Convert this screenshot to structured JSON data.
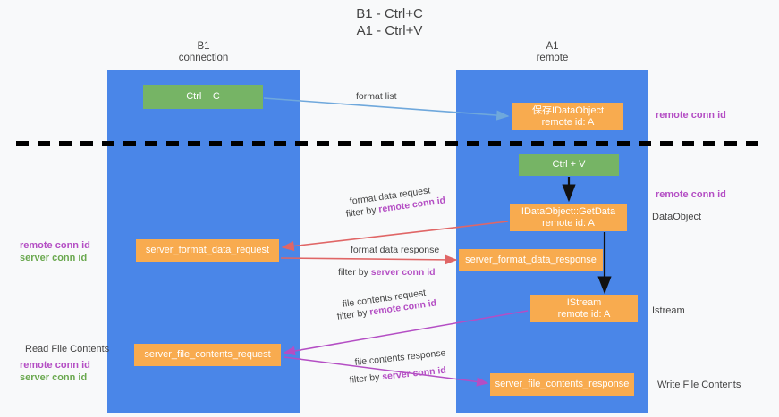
{
  "title": {
    "line1": "B1 - Ctrl+C",
    "line2": "A1 - Ctrl+V"
  },
  "lanes": [
    {
      "name": "B1",
      "role": "connection"
    },
    {
      "name": "A1",
      "role": "remote"
    }
  ],
  "nodes": {
    "ctrl_c": {
      "label": "Ctrl + C",
      "sub": ""
    },
    "idataobject": {
      "label": "保存IDataObject",
      "sub": "remote id: A"
    },
    "ctrl_v": {
      "label": "Ctrl + V",
      "sub": ""
    },
    "getdata": {
      "label": "IDataObject::GetData",
      "sub": "remote id: A"
    },
    "sfd_request": {
      "label": "server_format_data_request",
      "sub": ""
    },
    "sfd_response": {
      "label": "server_format_data_response",
      "sub": ""
    },
    "istream": {
      "label": "IStream",
      "sub": "remote id: A"
    },
    "sfc_request": {
      "label": "server_file_contents_request",
      "sub": ""
    },
    "sfc_response": {
      "label": "server_file_contents_response",
      "sub": ""
    }
  },
  "arrow_labels": {
    "format_list": "format list",
    "fd_request": "format data request",
    "fd_request_filter": {
      "prefix": "filter by ",
      "key": "remote conn id"
    },
    "fd_response": "format data response",
    "fd_response_filter": {
      "prefix": "filter by ",
      "key": "server conn id"
    },
    "fc_request": "file contents request",
    "fc_request_filter": {
      "prefix": "filter by ",
      "key": "remote conn id"
    },
    "fc_response": "file contents response",
    "fc_response_filter": {
      "prefix": "filter by ",
      "key": "server conn id"
    }
  },
  "annotations": {
    "right_remote_conn_top": "remote conn id",
    "right_remote_conn_mid": "remote conn id",
    "right_dataobject": "DataObject",
    "right_istream": "Istream",
    "right_write_file": "Write File Contents",
    "left_remote_conn": "remote conn id",
    "left_server_conn": "server conn id",
    "left_read_file": "Read File Contents",
    "left_remote_conn_2": "remote conn id",
    "left_server_conn_2": "server conn id"
  },
  "colors": {
    "lane_blue": "#4a86e8",
    "node_green": "#76b465",
    "node_orange": "#f8ab4f",
    "key_remote": "#b44ec4",
    "key_server": "#6aa84f",
    "arrow_blue": "#6fa8dc",
    "arrow_red": "#e06666",
    "arrow_magenta": "#b44ec4",
    "arrow_black": "#000000",
    "background": "#f8f9fa",
    "text": "#434343"
  }
}
